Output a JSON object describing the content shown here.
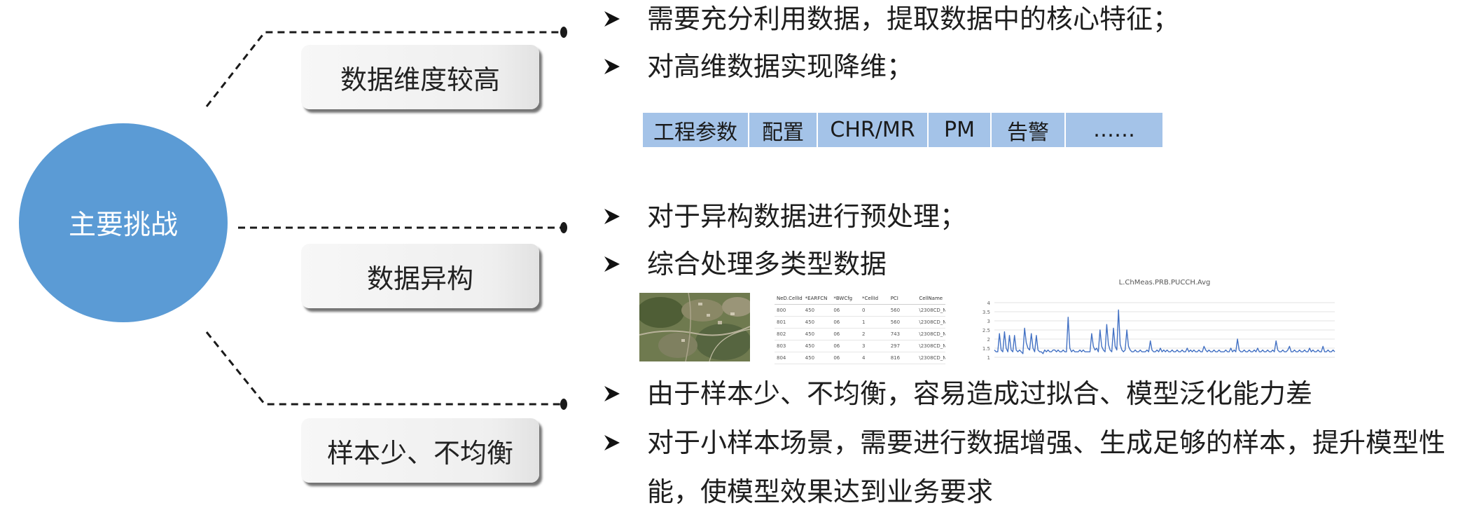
{
  "central": {
    "label": "主要挑战"
  },
  "challenges": [
    {
      "label": "数据维度较高"
    },
    {
      "label": "数据异构"
    },
    {
      "label": "样本少、不均衡"
    }
  ],
  "bullet_icon": "arrowhead-bullet-icon",
  "bullets": [
    "需要充分利用数据，提取数据中的核心特征；",
    "对高维数据实现降维；",
    "对于异构数据进行预处理；",
    "综合处理多类型数据",
    "由于样本少、不均衡，容易造成过拟合、模型泛化能力差",
    "对于小样本场景，需要进行数据增强、生成足够的样本，提升模型性能，使模型效果达到业务要求"
  ],
  "data_types": [
    "工程参数",
    "配置",
    "CHR/MR",
    "PM",
    "告警",
    "……"
  ],
  "sample_table": {
    "headers": [
      "NeD.CellId",
      "*EARFCN",
      "*BWCfg",
      "*CellId",
      "PCI",
      "CellName"
    ],
    "rows": [
      [
        "800",
        "450",
        "06",
        "0",
        "560",
        "\\2308CD_N..."
      ],
      [
        "801",
        "450",
        "06",
        "1",
        "560",
        "\\2308CD_N..."
      ],
      [
        "802",
        "450",
        "06",
        "2",
        "743",
        "\\2308CD_N..."
      ],
      [
        "803",
        "450",
        "06",
        "3",
        "297",
        "\\2308CD_N..."
      ],
      [
        "804",
        "450",
        "06",
        "4",
        "816",
        "\\2308CD_N..."
      ]
    ]
  },
  "chart_data": {
    "type": "line",
    "title": "L.ChMeas.PRB.PUCCH.Avg",
    "xlabel": "",
    "ylabel": "",
    "ylim": [
      1,
      4
    ],
    "yticks": [
      "4",
      "3.5",
      "3",
      "2.5",
      "2",
      "1.5",
      "1"
    ],
    "grid": true,
    "series": [
      {
        "values": [
          1.4,
          1.3,
          1.3,
          2.3,
          1.4,
          1.3,
          2.4,
          1.5,
          1.3,
          2.2,
          1.4,
          1.3,
          2.2,
          1.4,
          1.3,
          1.4,
          1.3,
          1.2,
          2.6,
          1.8,
          1.5,
          1.4,
          2.3,
          1.5,
          1.3,
          2.2,
          1.4,
          1.3,
          1.3,
          1.2,
          1.4,
          1.3,
          1.4,
          1.3,
          1.3,
          1.4,
          1.4,
          1.3,
          1.4,
          1.3,
          1.3,
          1.4,
          1.3,
          1.3,
          3.2,
          1.5,
          1.3,
          1.4,
          1.3,
          1.3,
          1.3,
          1.4,
          1.3,
          1.4,
          1.3,
          1.3,
          1.3,
          1.3,
          2.3,
          1.6,
          1.4,
          1.5,
          1.3,
          2.5,
          1.6,
          1.4,
          1.3,
          2.8,
          1.7,
          1.4,
          1.3,
          2.6,
          1.6,
          1.4,
          3.6,
          1.7,
          1.4,
          1.3,
          1.4,
          2.5,
          1.6,
          1.4,
          1.3,
          1.3,
          1.4,
          1.3,
          1.3,
          1.4,
          1.3,
          1.3,
          1.3,
          1.4,
          1.3,
          1.9,
          1.4,
          1.3,
          1.3,
          1.4,
          1.3,
          1.5,
          1.3,
          1.4,
          1.3,
          1.4,
          1.3,
          1.3,
          1.4,
          1.3,
          1.3,
          1.4,
          1.3,
          1.3,
          1.4,
          1.3,
          1.3,
          1.5,
          1.3,
          1.4,
          1.3,
          1.4,
          1.3,
          1.3,
          1.4,
          1.3,
          1.3,
          1.6,
          1.4,
          1.3,
          1.4,
          1.3,
          1.3,
          1.4,
          1.3,
          1.3,
          1.4,
          1.3,
          1.3,
          1.3,
          1.4,
          1.3,
          1.3,
          1.5,
          1.3,
          1.4,
          1.3,
          2.0,
          1.4,
          1.3,
          1.3,
          1.4,
          1.3,
          1.3,
          1.4,
          1.3,
          1.3,
          1.4,
          1.3,
          1.5,
          1.3,
          1.3,
          1.4,
          1.3,
          1.3,
          1.4,
          1.3,
          1.3,
          1.4,
          1.3,
          1.9,
          1.4,
          1.3,
          1.3,
          1.4,
          1.3,
          1.3,
          1.4,
          1.6,
          1.3,
          1.3,
          1.4,
          1.3,
          1.3,
          1.4,
          1.3,
          1.3,
          1.4,
          1.3,
          1.3,
          1.5,
          1.3,
          1.4,
          1.3,
          1.3,
          1.4,
          1.3,
          1.3,
          1.6,
          1.3,
          1.3,
          1.4,
          1.3,
          1.3,
          1.4,
          1.3
        ]
      }
    ]
  },
  "colors": {
    "circle": "#5b9bd5",
    "strip": "#a4c3e8",
    "line": "#4472c4",
    "connector": "#1a1a1a"
  }
}
